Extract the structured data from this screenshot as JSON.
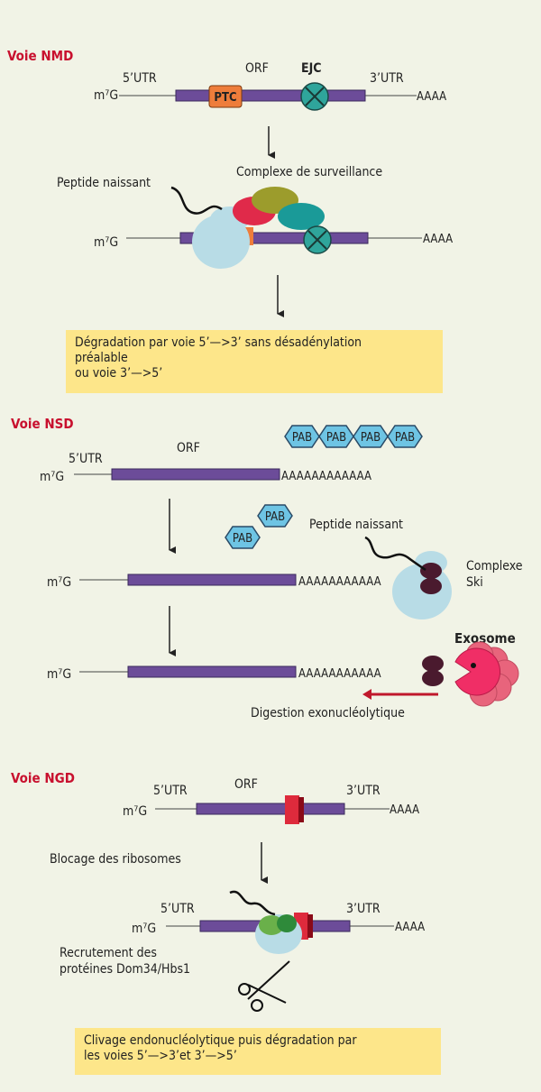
{
  "colors": {
    "background": "#f1f3e6",
    "heading": "#c8102e",
    "mrna": "#6c4c99",
    "ptc": "#ee7d3b",
    "ejc": "#2fa59b",
    "ribosome": "#b8dce6",
    "red_factor": "#e02a4a",
    "olive_factor": "#9c9c2c",
    "teal_factor": "#1a9a98",
    "pab": "#6ec4e4",
    "ski": "#4a1a2e",
    "exosome": "#e8647c",
    "stall": "#de2a3c",
    "green_factor": "#6ab04a",
    "box": "#fde68a"
  },
  "nmd": {
    "title": "Voie NMD",
    "utr5": "5’UTR",
    "orf": "ORF",
    "ejc": "EJC",
    "utr3": "3’UTR",
    "cap": "m⁷G",
    "ptc": "PTC",
    "polyA": "AAAA",
    "surveillance": "Complexe de surveillance",
    "peptide": "Peptide naissant",
    "cap2": "m⁷G",
    "polyA2": "AAAA",
    "box_line1": "Dégradation par voie 5’—>3’ sans désadénylation",
    "box_line2": "préalable",
    "box_line3": "ou voie 3’—>5’"
  },
  "nsd": {
    "title": "Voie NSD",
    "utr5": "5’UTR",
    "orf": "ORF",
    "cap": "m⁷G",
    "pab": [
      "PAB",
      "PAB",
      "PAB",
      "PAB"
    ],
    "polyA": "AAAAAAAAAAAA",
    "free_pab": [
      "PAB",
      "PAB"
    ],
    "peptide": "Peptide naissant",
    "ski_line1": "Complexe",
    "ski_line2": "Ski",
    "cap2": "m⁷G",
    "polyA2": "AAAAAAAAAAA",
    "exosome": "Exosome",
    "cap3": "m⁷G",
    "polyA3": "AAAAAAAAAAA",
    "digestion": "Digestion exonucléolytique"
  },
  "ngd": {
    "title": "Voie NGD",
    "utr5": "5’UTR",
    "orf": "ORF",
    "utr3": "3’UTR",
    "cap": "m⁷G",
    "polyA": "AAAA",
    "blocage": "Blocage des ribosomes",
    "utr5b": "5’UTR",
    "utr3b": "3’UTR",
    "cap2": "m⁷G",
    "polyA2": "AAAA",
    "recrut_line1": "Recrutement des",
    "recrut_line2": "protéines Dom34/Hbs1",
    "box_line1": "Clivage endonucléolytique puis dégradation par",
    "box_line2": "les voies 5’—>3’et 3’—>5’"
  }
}
